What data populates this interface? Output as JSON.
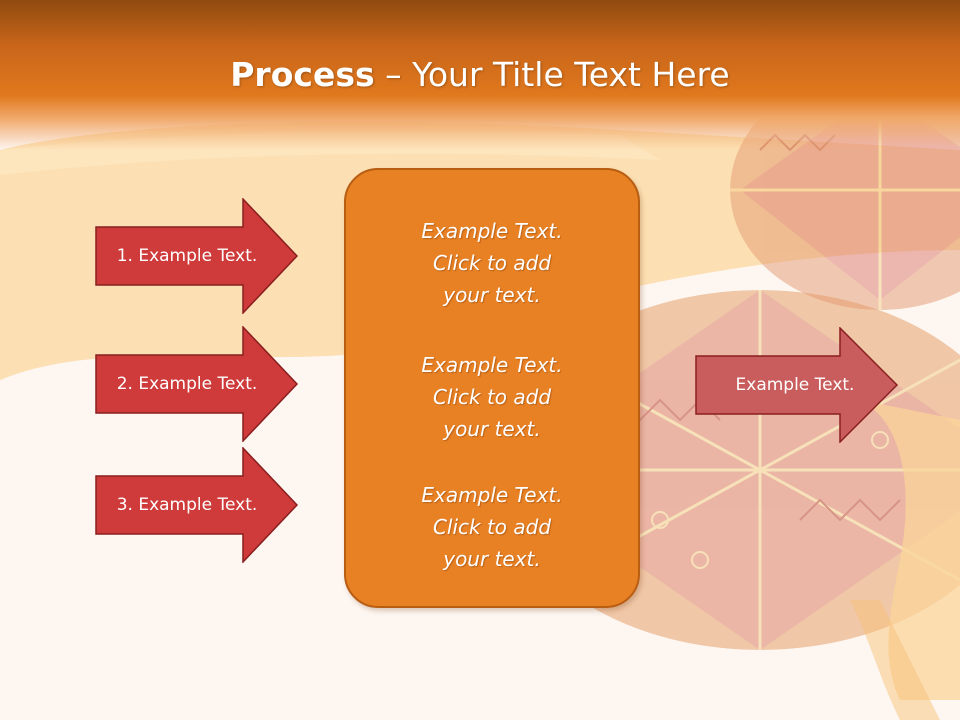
{
  "slide": {
    "title_bold": "Process",
    "title_dash": " – ",
    "title_rest": "Your Title Text Here"
  },
  "steps": [
    {
      "label": "1. Example Text."
    },
    {
      "label": "2. Example Text."
    },
    {
      "label": "3. Example Text."
    }
  ],
  "center_box": {
    "paragraphs": [
      {
        "line1": "Example Text.",
        "line2": "Click  to add",
        "line3": "your text."
      },
      {
        "line1": "Example Text.",
        "line2": "Click  to add",
        "line3": "your text."
      },
      {
        "line1": "Example Text.",
        "line2": "Click  to add",
        "line3": "your text."
      }
    ]
  },
  "output": {
    "label": "Example Text."
  },
  "colors": {
    "header": "#e0781d",
    "step_arrow": "#cf3a3a",
    "output_arrow": "#c95c5c",
    "box": "#e88124"
  }
}
